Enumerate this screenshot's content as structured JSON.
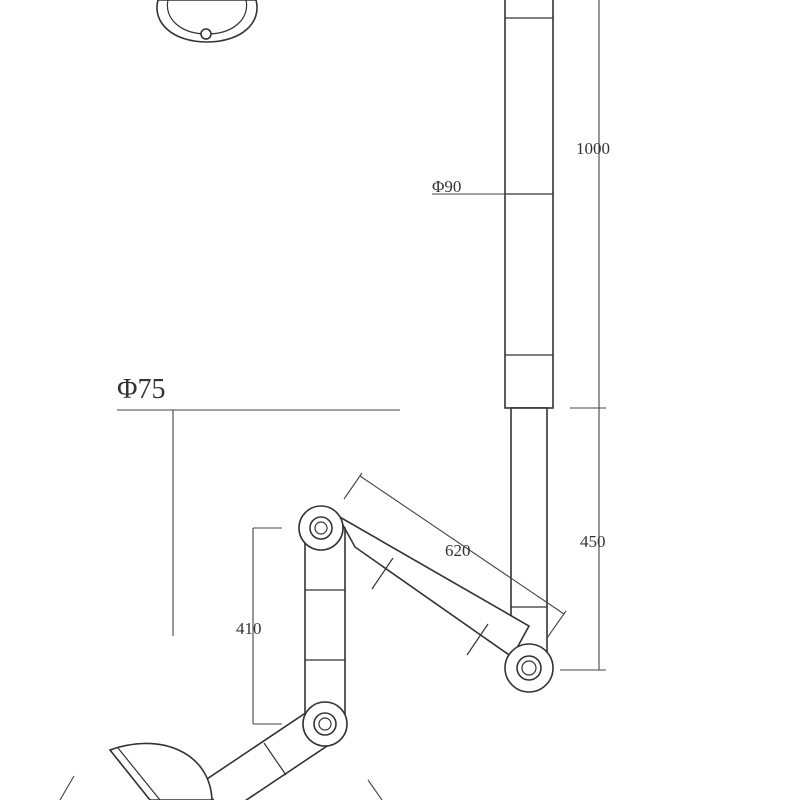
{
  "drawing": {
    "dimensions": {
      "pole_length": "1000",
      "pole_diameter": "Φ90",
      "lower_pole_length": "450",
      "upper_arm_length": "620",
      "lower_arm_length": "410",
      "lamp_diameter": "Φ75"
    },
    "colors": {
      "line": "#333333",
      "background": "#ffffff"
    }
  }
}
